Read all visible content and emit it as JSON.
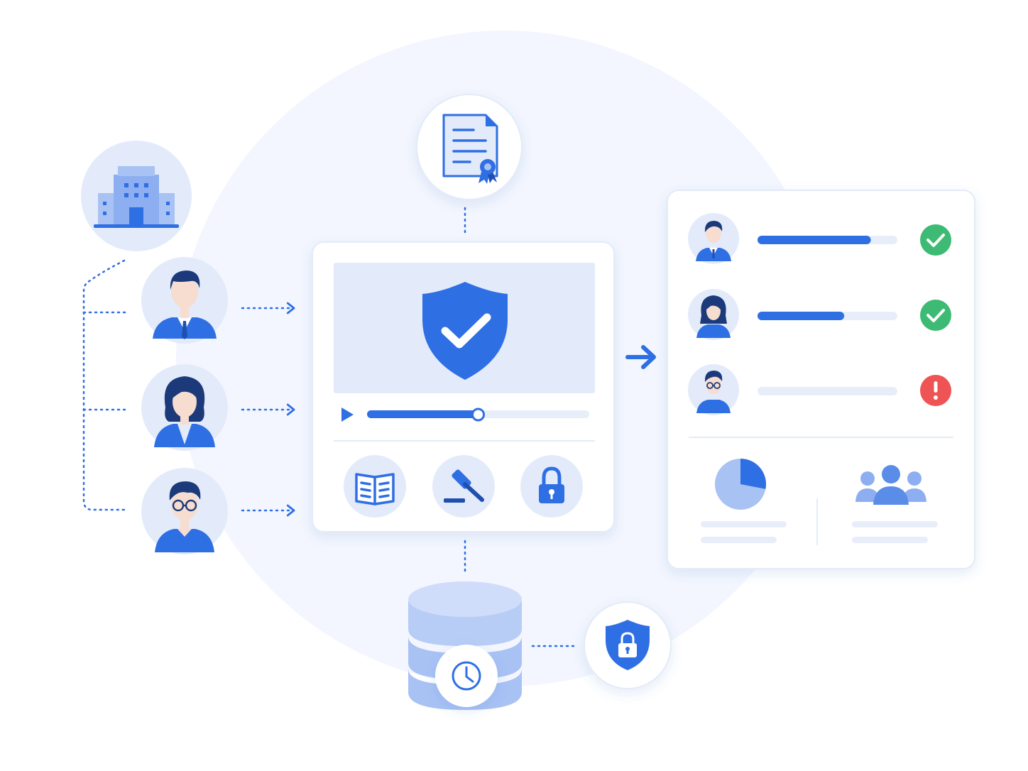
{
  "colors": {
    "bg_circle": "#f3f6fe",
    "primary": "#2f6fe4",
    "primary_dark": "#1f4fb0",
    "light_fill": "#e3ebfb",
    "soft_blue": "#a9c2f4",
    "track": "#e8eef9",
    "success": "#3dbb74",
    "danger": "#ee5454",
    "skin": "#f6ddd0",
    "hair": "#1c3a7a"
  },
  "icons": {
    "organization": "building-icon",
    "certificate": "certificate-document-icon",
    "shield": "shield-check-icon",
    "play": "play-icon",
    "handbook": "open-book-icon",
    "compliance": "gavel-icon",
    "security": "padlock-icon",
    "database": "database-icon",
    "retention": "clock-icon",
    "protection": "shield-lock-icon",
    "report_chart": "pie-chart-icon",
    "report_group": "group-icon",
    "flow_arrow": "arrow-right-icon"
  },
  "training": {
    "video_progress": 0.5
  },
  "employees": [
    {
      "avatar": "male-suit-avatar",
      "progress": 0.81,
      "status": "complete",
      "status_icon": "check-icon"
    },
    {
      "avatar": "female-avatar",
      "progress": 0.62,
      "status": "complete",
      "status_icon": "check-icon"
    },
    {
      "avatar": "glasses-avatar",
      "progress": 0.0,
      "status": "warning",
      "status_icon": "exclamation-icon"
    }
  ],
  "report": {
    "pie_slice_fraction": 0.28
  }
}
